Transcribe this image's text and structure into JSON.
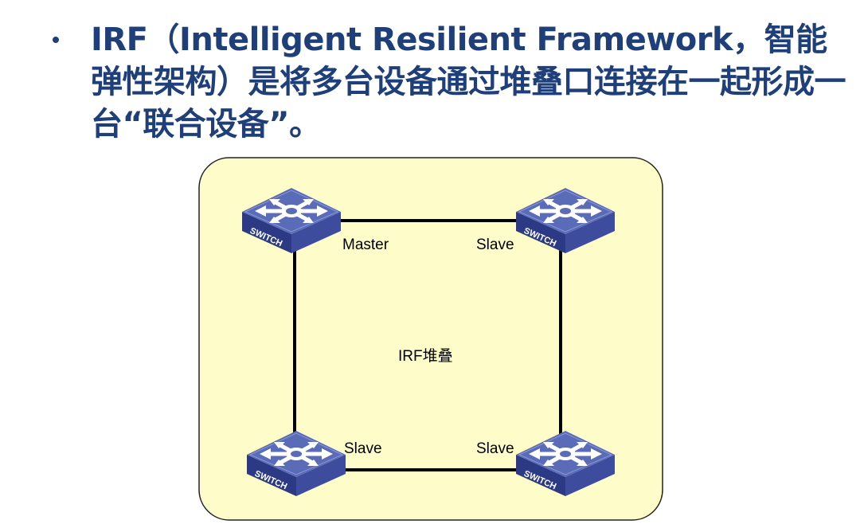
{
  "bullet": {
    "text": "IRF（Intelligent Resilient Framework，智能弹性架构）是将多台设备通过堆叠口连接在一起形成一台“联合设备”。"
  },
  "diagram": {
    "center_label": "IRF堆叠",
    "switches": [
      {
        "role": "Master",
        "badge": "SWITCH"
      },
      {
        "role": "Slave",
        "badge": "SWITCH"
      },
      {
        "role": "Slave",
        "badge": "SWITCH"
      },
      {
        "role": "Slave",
        "badge": "SWITCH"
      }
    ]
  },
  "colors": {
    "title_text": "#1f3f7a",
    "panel_fill": "#fefcc8",
    "panel_border": "#222222",
    "switch_top": "#5a6bb8",
    "switch_side_left": "#2c3a86",
    "switch_side_right": "#3d4c9c",
    "link": "#000000"
  },
  "icons": {
    "switch": "network-switch-icon"
  }
}
